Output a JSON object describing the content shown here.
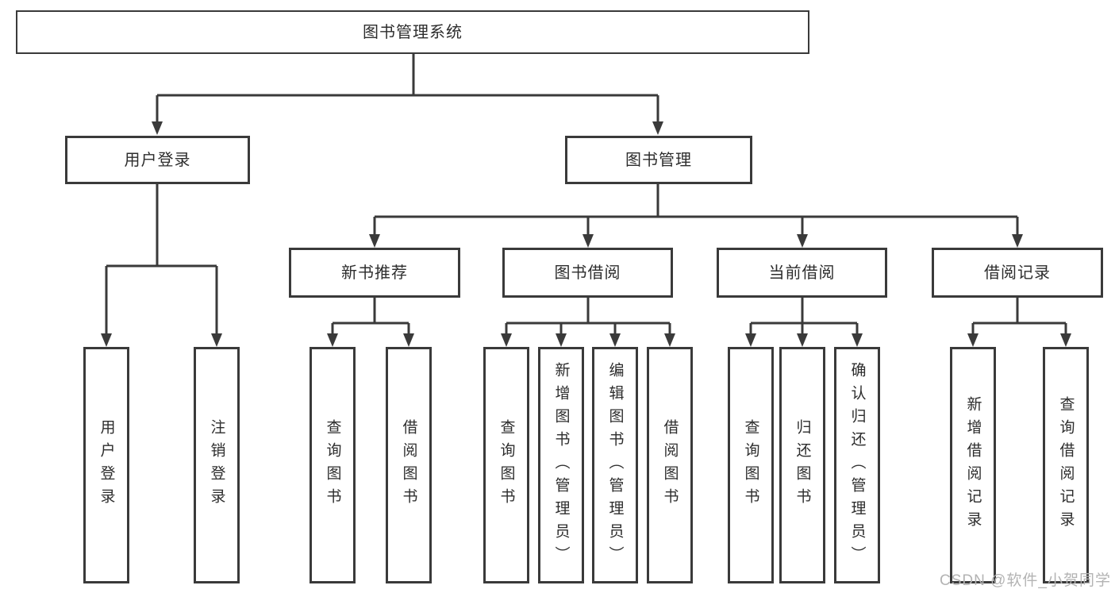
{
  "tree": {
    "root": {
      "label": "图书管理系统",
      "children": [
        {
          "label": "用户登录",
          "children": [
            {
              "label": "用户登录"
            },
            {
              "label": "注销登录"
            }
          ]
        },
        {
          "label": "图书管理",
          "children": [
            {
              "label": "新书推荐",
              "children": [
                {
                  "label": "查询图书"
                },
                {
                  "label": "借阅图书"
                }
              ]
            },
            {
              "label": "图书借阅",
              "children": [
                {
                  "label": "查询图书"
                },
                {
                  "label": "新增图书（管理员）"
                },
                {
                  "label": "编辑图书（管理员）"
                },
                {
                  "label": "借阅图书"
                }
              ]
            },
            {
              "label": "当前借阅",
              "children": [
                {
                  "label": "查询图书"
                },
                {
                  "label": "归还图书"
                },
                {
                  "label": "确认归还（管理员）"
                }
              ]
            },
            {
              "label": "借阅记录",
              "children": [
                {
                  "label": "新增借阅记录"
                },
                {
                  "label": "查询借阅记录"
                }
              ]
            }
          ]
        }
      ]
    }
  },
  "watermark": "CSDN @软件_小贺同学",
  "colors": {
    "line": "#3a3a3a",
    "box_border": "#3a3a3a",
    "text": "#2d2d2d",
    "watermark_text": "#b3b3b3",
    "background": "#ffffff"
  }
}
